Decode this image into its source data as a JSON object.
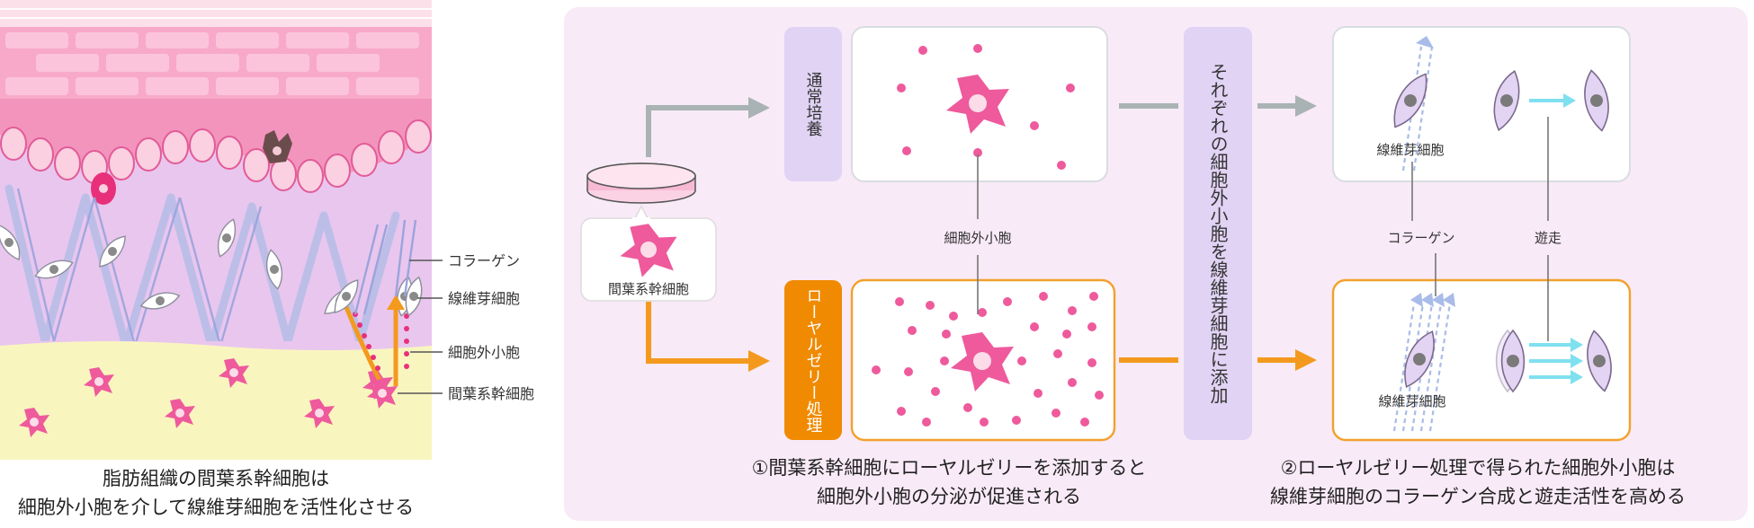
{
  "left_panel": {
    "labels": {
      "collagen": "コラーゲン",
      "fibroblast": "線維芽細胞",
      "extracellular_vesicle": "細胞外小胞",
      "msc": "間葉系幹細胞"
    },
    "caption_line1": "脂肪組織の間葉系幹細胞は",
    "caption_line2": "細胞外小胞を介して線維芽細胞を活性化させる"
  },
  "right_panel": {
    "dish_label": "間葉系幹細胞",
    "normal_culture": "通常培養",
    "royal_jelly_treatment": "ローヤルゼリー処理",
    "ev_label": "細胞外小胞",
    "add_to_fibroblast": "それぞれの細胞外小胞を線維芽細胞に添加",
    "fibroblast_top": "線維芽細胞",
    "fibroblast_bottom": "線維芽細胞",
    "collagen": "コラーゲン",
    "migration": "遊走",
    "caption1_line1": "①間葉系幹細胞にローヤルゼリーを添加すると",
    "caption1_line2": "細胞外小胞の分泌が促進される",
    "caption2_line1": "②ローヤルゼリー処理で得られた細胞外小胞は",
    "caption2_line2": "線維芽細胞のコラーゲン合成と遊走活性を高める"
  },
  "colors": {
    "pink": "#ee5a9c",
    "orange": "#f39a1e",
    "gray_arrow": "#a9b3b3",
    "lavender": "#e4d4f4",
    "panel_bg": "#f8eaf7",
    "cyan": "#7fe0f0"
  }
}
